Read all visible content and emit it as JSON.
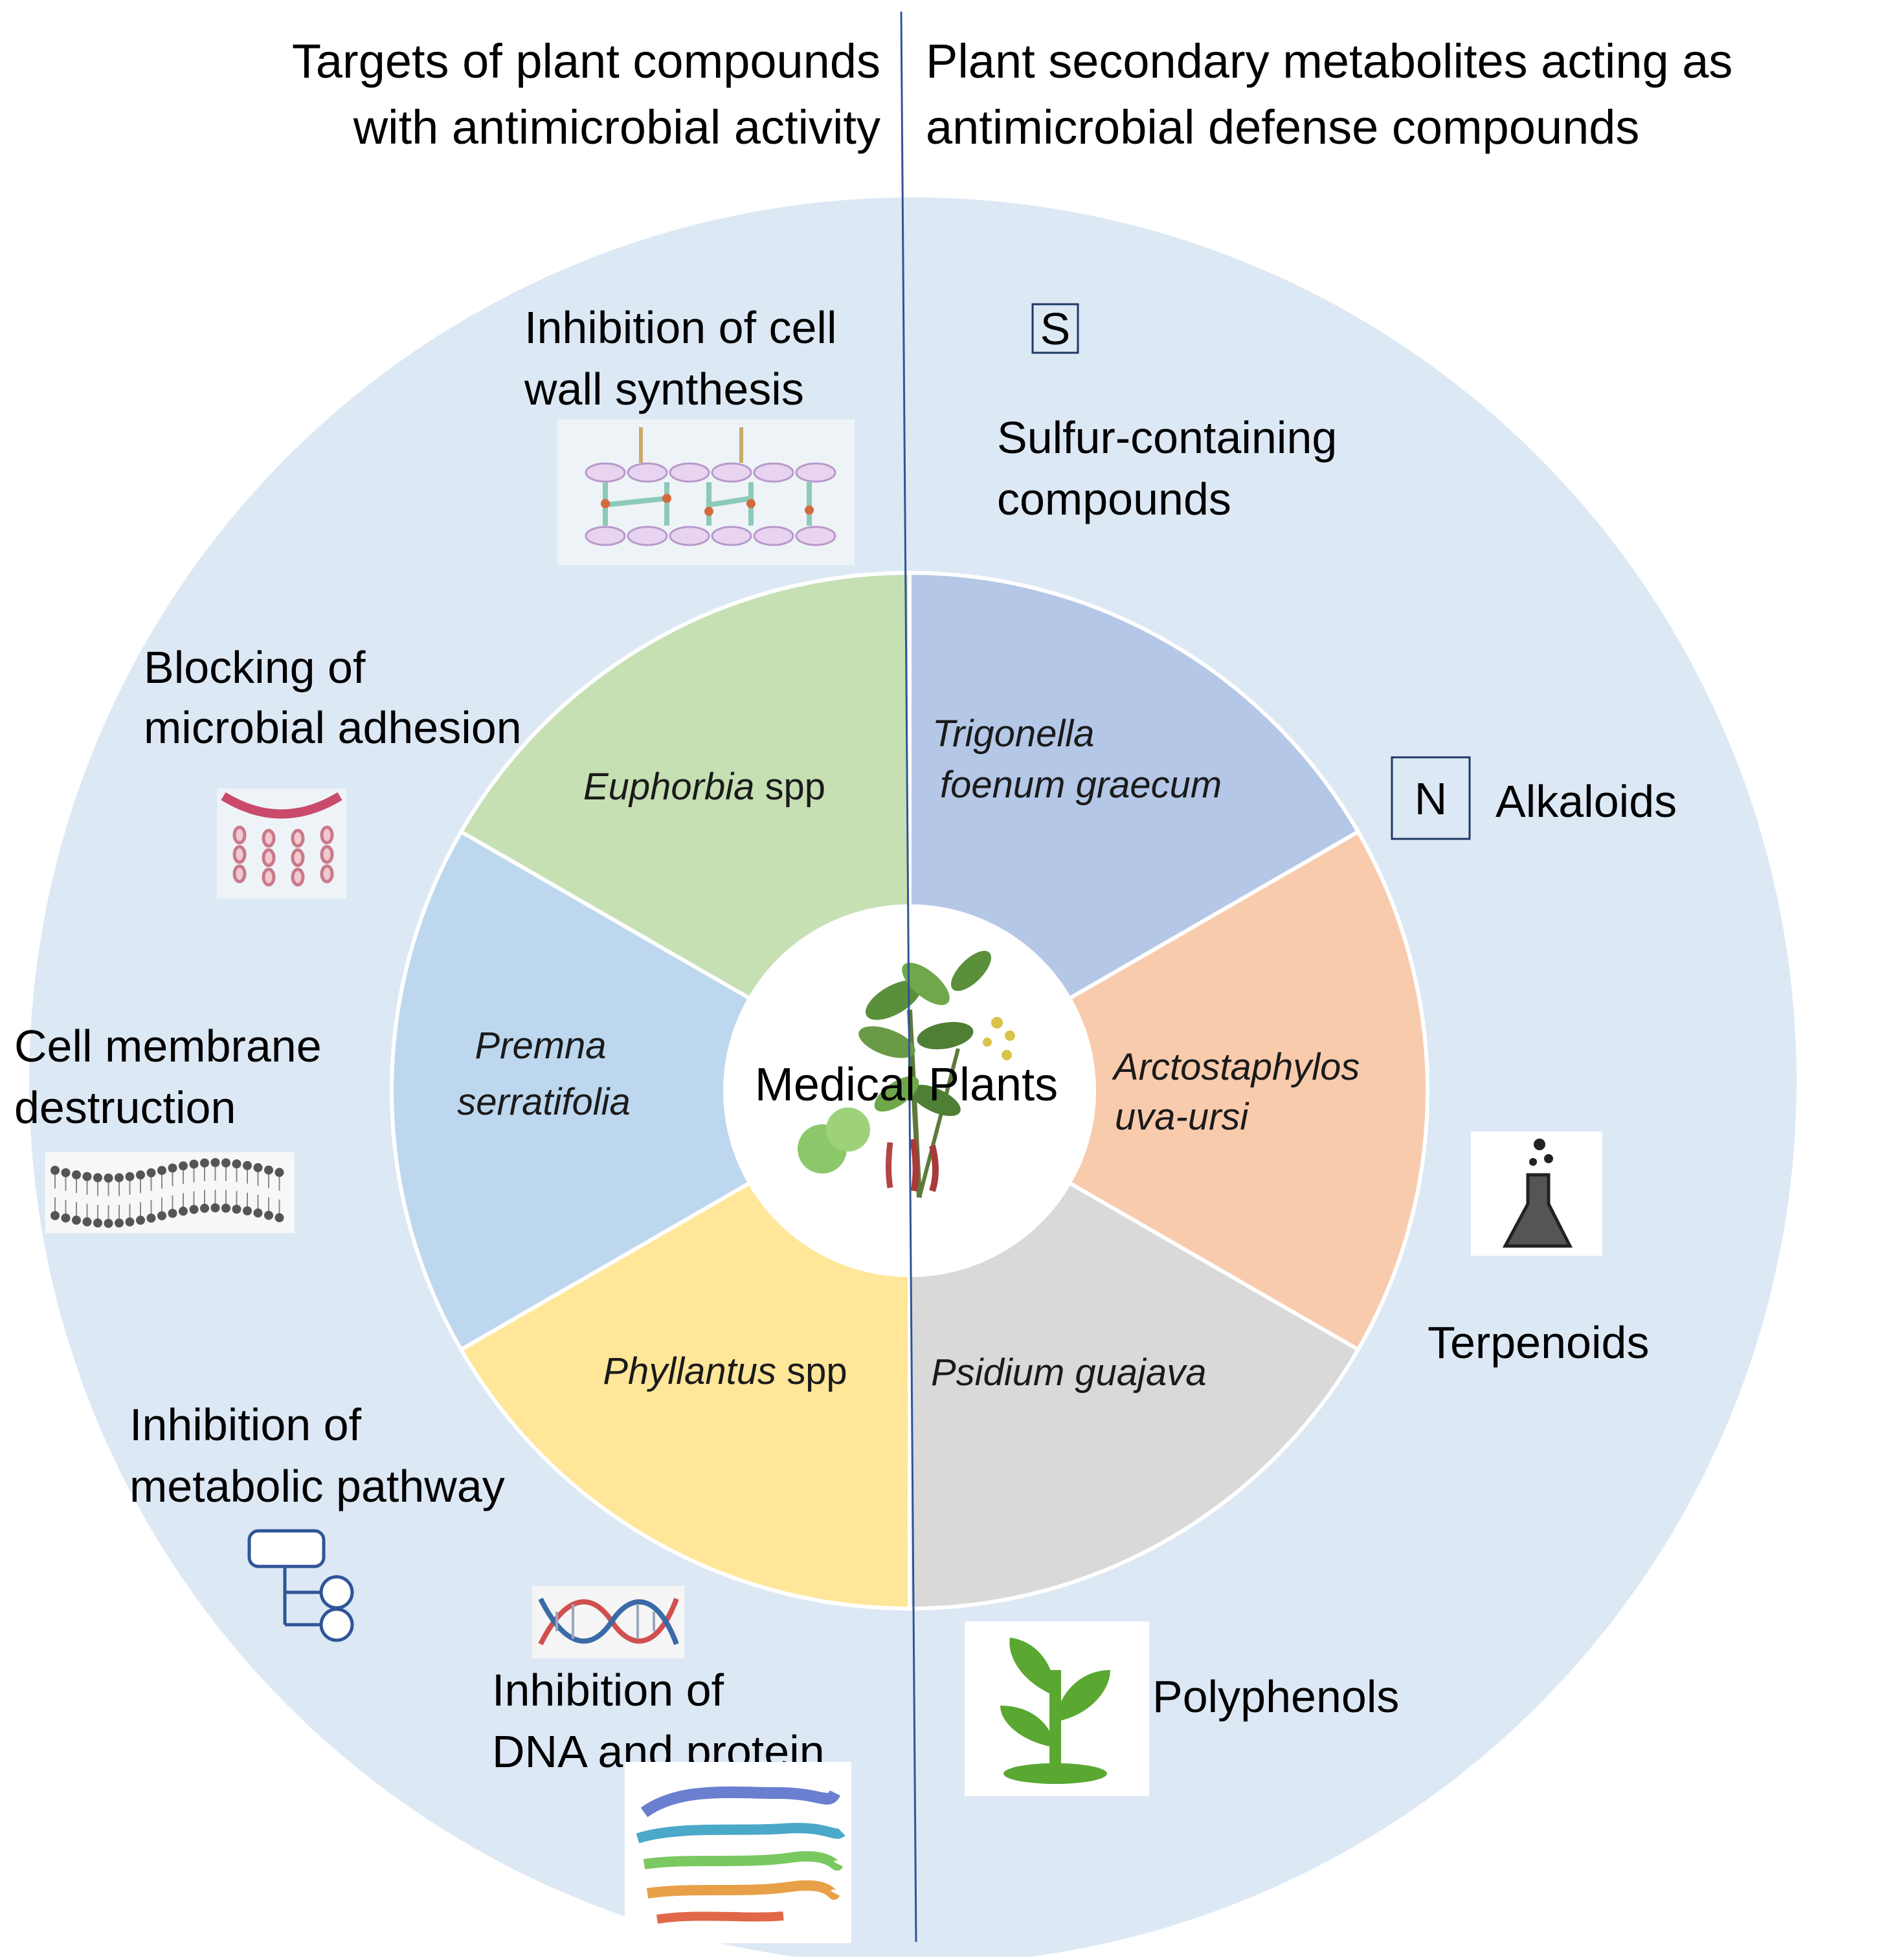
{
  "left_header": {
    "line1": "Targets of plant compounds",
    "line2": "with antimicrobial activity"
  },
  "right_header": {
    "line1": "Plant secondary metabolites acting as",
    "line2": "antimicrobial defense compounds"
  },
  "center_label": "Medical Plants",
  "targets": [
    {
      "line1": "Inhibition of cell",
      "line2": "wall synthesis"
    },
    {
      "line1": "Blocking of",
      "line2": "microbial adhesion"
    },
    {
      "line1": "Cell membrane",
      "line2": "destruction"
    },
    {
      "line1": "Inhibition of",
      "line2": "metabolic pathway"
    },
    {
      "line1": "Inhibition of",
      "line2": "DNA and protein"
    }
  ],
  "metabolites": [
    {
      "box": "S",
      "line1": "Sulfur-containing",
      "line2": "compounds"
    },
    {
      "box": "N",
      "line1": "Alkaloids"
    },
    {
      "line1": "Terpenoids"
    },
    {
      "line1": "Polyphenols"
    }
  ],
  "plants": [
    {
      "italic": "Euphorbia",
      "rest": " spp",
      "color": "#c6e0b4"
    },
    {
      "italic1": "Premna",
      "italic2": "serratifolia",
      "color": "#bdd7ee"
    },
    {
      "italic": "Phyllantus",
      "rest": " spp",
      "color": "#ffe699"
    },
    {
      "italic1": "Trigonella",
      "italic2": "foenum graecum",
      "color": "#b4c7e7"
    },
    {
      "italic1": "Arctostaphylos",
      "italic2": "uva-ursi",
      "color": "#f8cbad"
    },
    {
      "italic": "Psidium guajava",
      "color": "#d9d9d9"
    }
  ],
  "colors": {
    "outer_ring": "#dde8f5",
    "divider": "#2f5597",
    "box_border": "#1f3864"
  },
  "icons": [
    "cell-wall-icon",
    "adhesion-pili-icon",
    "lipid-bilayer-icon",
    "pathway-flow-icon",
    "dna-helix-icon",
    "protein-ribbon-icon",
    "flask-icon",
    "seedling-icon",
    "plant-illustration-icon"
  ]
}
